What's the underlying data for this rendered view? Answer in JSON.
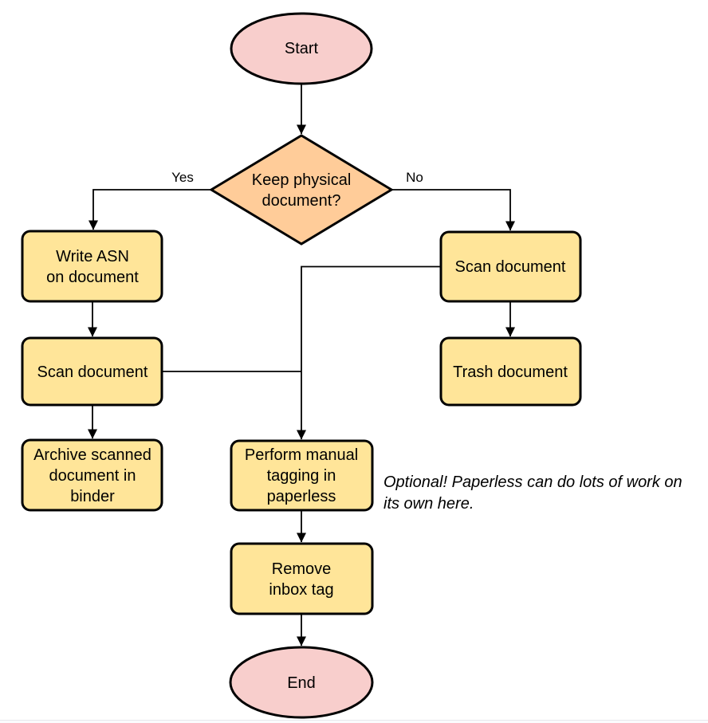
{
  "diagram": {
    "nodes": {
      "start": {
        "label": "Start"
      },
      "decision": {
        "lines": [
          "Keep physical",
          "document?"
        ]
      },
      "write_asn": {
        "lines": [
          "Write ASN",
          "on document"
        ]
      },
      "scan_left": {
        "label": "Scan document"
      },
      "archive": {
        "lines": [
          "Archive scanned",
          "document in",
          "binder"
        ]
      },
      "scan_right": {
        "label": "Scan document"
      },
      "trash": {
        "label": "Trash document"
      },
      "tagging": {
        "lines": [
          "Perform manual",
          "tagging in",
          "paperless"
        ]
      },
      "remove_inbox": {
        "lines": [
          "Remove",
          "inbox tag"
        ]
      },
      "end": {
        "label": "End"
      }
    },
    "edge_labels": {
      "yes": "Yes",
      "no": "No"
    },
    "note": {
      "lines": [
        "Optional! Paperless can do lots of work on",
        "its own here."
      ]
    },
    "colors": {
      "terminal_fill": "#F8CECC",
      "decision_fill": "#FFCC99",
      "process_fill": "#FFE599",
      "stroke": "#000000"
    }
  }
}
